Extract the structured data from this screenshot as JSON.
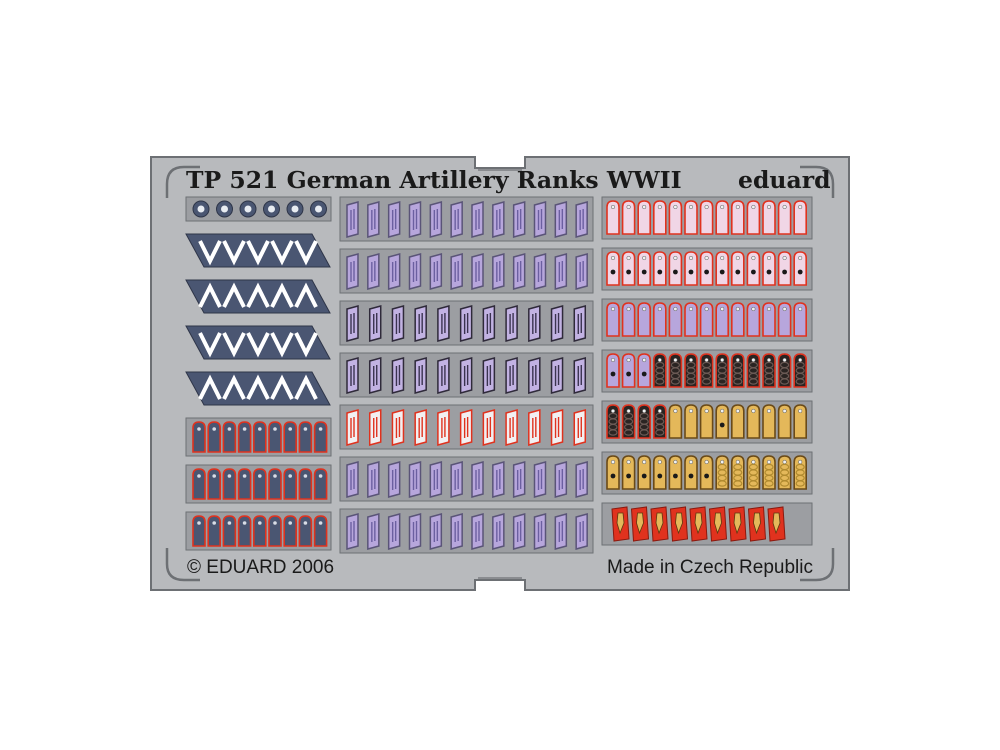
{
  "title": "TP 521 German Artillery Ranks WWII",
  "brand": "eduard",
  "copyright": "© EDUARD 2006",
  "origin": "Made in Czech Republic",
  "colors": {
    "fret_metal": "#b8babd",
    "fret_edge": "#6d7074",
    "panel": "#9c9ea2",
    "navy": "#4a5672",
    "lilac": "#b7a6dc",
    "red": "#e0321e",
    "pink": "#e67a90",
    "gold": "#e4b85a",
    "black": "#2a2422",
    "white": "#ffffff"
  },
  "left_column": {
    "top_strip": {
      "discs": 6
    },
    "chevron_strips": [
      {
        "chevrons": 5,
        "fill": "navy"
      },
      {
        "chevrons": 5,
        "fill": "navy"
      },
      {
        "chevrons": 5,
        "fill": "navy"
      },
      {
        "chevrons": 5,
        "fill": "navy"
      }
    ],
    "strap_rows": [
      {
        "count": 9,
        "fill": "navy",
        "trim": "red"
      },
      {
        "count": 9,
        "fill": "navy",
        "trim": "red"
      },
      {
        "count": 9,
        "fill": "navy",
        "trim": "red"
      }
    ]
  },
  "middle_column": {
    "rows": [
      {
        "count": 12,
        "style": "lilac"
      },
      {
        "count": 12,
        "style": "lilac"
      },
      {
        "count": 11,
        "style": "lilac-dark"
      },
      {
        "count": 11,
        "style": "lilac-dark"
      },
      {
        "count": 11,
        "style": "red"
      },
      {
        "count": 12,
        "style": "lilac"
      },
      {
        "count": 12,
        "style": "lilac"
      }
    ]
  },
  "right_column": {
    "rows": [
      {
        "count": 13,
        "pattern": [
          "pink-plain"
        ]
      },
      {
        "count": 13,
        "pattern": [
          "pink-pip"
        ]
      },
      {
        "count": 13,
        "pattern": [
          "lilac-plain"
        ]
      },
      {
        "count": 13,
        "pattern": [
          "lilac-pip",
          "lilac-pip",
          "lilac-pip",
          "black-braid",
          "black-braid",
          "black-braid",
          "black-braid",
          "black-braid",
          "black-braid",
          "black-braid",
          "black-braid",
          "black-braid",
          "black-braid"
        ]
      },
      {
        "count": 13,
        "pattern": [
          "black-braid",
          "black-braid",
          "black-braid",
          "black-braid",
          "gold-plain",
          "gold-plain",
          "gold-plain",
          "gold-pip",
          "gold-plain",
          "gold-plain",
          "gold-plain",
          "gold-plain",
          "gold-plain"
        ]
      },
      {
        "count": 13,
        "pattern": [
          "gold-pip",
          "gold-pip",
          "gold-pip",
          "gold-pip",
          "gold-pip",
          "gold-pip",
          "gold-pip",
          "gold-braid",
          "gold-braid",
          "gold-braid",
          "gold-braid",
          "gold-braid",
          "gold-braid"
        ]
      },
      {
        "count": 9,
        "pattern": [
          "red-insignia"
        ]
      }
    ]
  }
}
